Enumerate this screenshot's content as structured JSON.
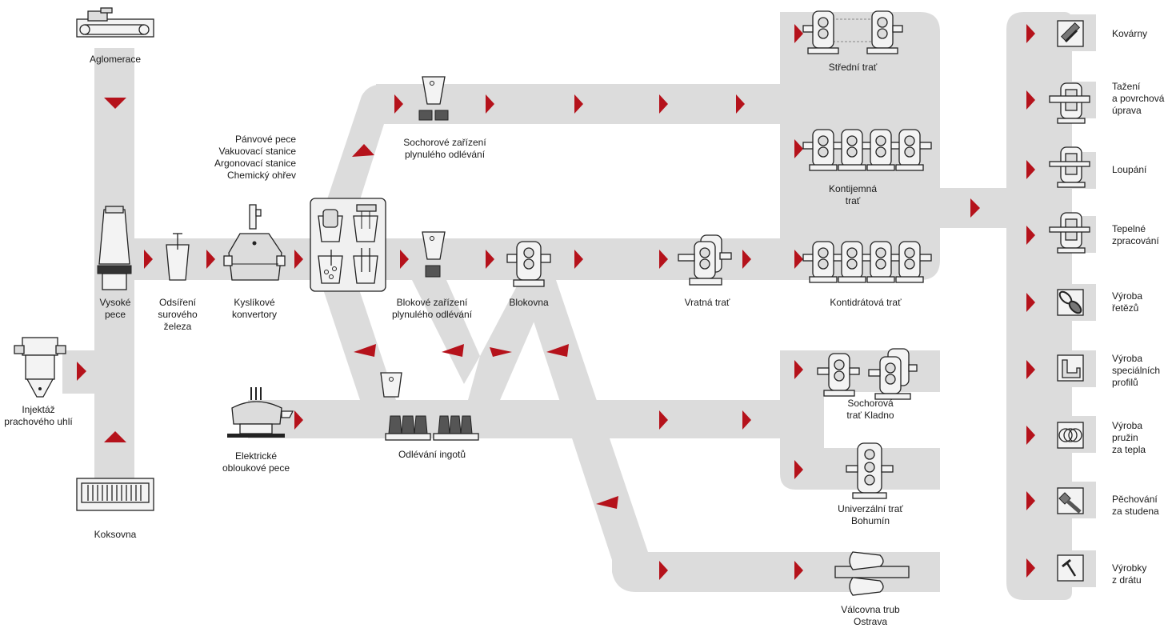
{
  "colors": {
    "track": "#dcdcdc",
    "arrow": "#b5121b",
    "outline": "#222222",
    "background": "#ffffff"
  },
  "sources": {
    "aglomerace": "Aglomerace",
    "koksovna": "Koksovna",
    "vysoke_pece": [
      "Vysoké",
      "pece"
    ],
    "injektaz": [
      "Injektáž",
      "prachového uhlí"
    ]
  },
  "steelmaking": {
    "odsireni": [
      "Odsíření",
      "surového",
      "železa"
    ],
    "kyslikove": [
      "Kyslíkové",
      "konvertory"
    ],
    "panvove": [
      "Pánvové pece",
      "Vakuovací stanice",
      "Argonovací stanice",
      "Chemický ohřev"
    ],
    "elektricke": [
      "Elektrické",
      "obloukové pece"
    ]
  },
  "casting": {
    "sochorove_zarizeni": [
      "Sochorové zařízení",
      "plynulého odlévání"
    ],
    "blokove_zarizeni": [
      "Blokové zařízení",
      "plynulého odlévání"
    ],
    "odlevani_ingotu": "Odlévání ingotů",
    "blokovna": "Blokovna"
  },
  "mills": {
    "stredni": "Střední trať",
    "kontijemna": [
      "Kontijemná",
      "trať"
    ],
    "kontidratova": "Kontidrátová trať",
    "vratna": "Vratná trať",
    "sochorova_kladno": [
      "Sochorová",
      "trať Kladno"
    ],
    "univerzalni": [
      "Univerzální trať",
      "Bohumín"
    ],
    "valcovna_trub": [
      "Válcovna trub",
      "Ostrava"
    ]
  },
  "products": [
    {
      "icon": "hammer-icon",
      "lines": [
        "Kovárny"
      ]
    },
    {
      "icon": "drawing-icon",
      "lines": [
        "Tažení",
        "a povrchová",
        "úprava"
      ]
    },
    {
      "icon": "peeling-icon",
      "lines": [
        "Loupání"
      ]
    },
    {
      "icon": "heat-treatment-icon",
      "lines": [
        "Tepelné",
        "zpracování"
      ]
    },
    {
      "icon": "chain-icon",
      "lines": [
        "Výroba",
        "řetězů"
      ]
    },
    {
      "icon": "profile-icon",
      "lines": [
        "Výroba",
        "speciálních",
        "profilů"
      ]
    },
    {
      "icon": "spring-icon",
      "lines": [
        "Výroba",
        "pružin",
        "za tepla"
      ]
    },
    {
      "icon": "bolt-icon",
      "lines": [
        "Pěchování",
        "za studena"
      ]
    },
    {
      "icon": "nail-icon",
      "lines": [
        "Výrobky",
        "z drátu"
      ]
    }
  ]
}
